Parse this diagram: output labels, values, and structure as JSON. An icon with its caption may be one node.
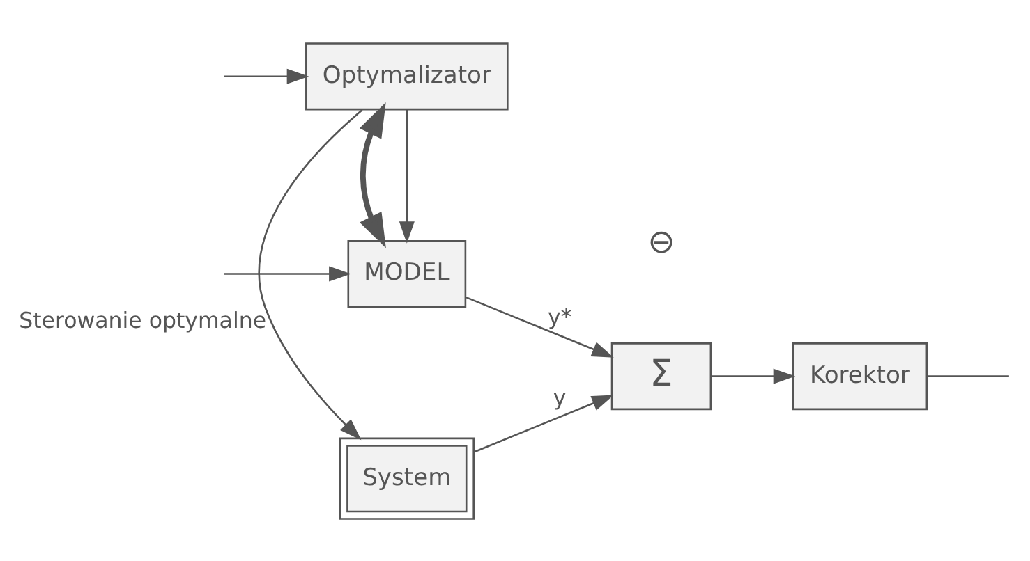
{
  "diagram": {
    "nodes": [
      {
        "text": [
          "System"
        ]
      },
      {
        "text": [
          "MODEL"
        ]
      },
      {
        "text": [
          "Σ"
        ]
      },
      {
        "text": [
          "Korektor"
        ]
      },
      {
        "text": [
          "Optymalizator"
        ]
      }
    ],
    "edges": [
      {
        "from": 4,
        "to": 0,
        "arrow": "to",
        "label": "Sterowanie optymalne"
      },
      {
        "from": 4,
        "to": 1,
        "arrow": "to"
      },
      {
        "from": 0,
        "to": 2,
        "arrow": "to",
        "label": "y"
      },
      {
        "from": 1,
        "to": 2,
        "arrow": "to",
        "label": "y*"
      },
      {
        "from": 2,
        "to": 3,
        "arrow": "to"
      },
      {
        "from": 3,
        "to": null,
        "arrow": "none"
      },
      {
        "from": null,
        "to": 1,
        "arrow": "to"
      },
      {
        "from": null,
        "to": 4,
        "arrow": "to"
      },
      {
        "from": 1,
        "to": 4,
        "arrow": "both",
        "style": "thick"
      }
    ],
    "labels": [
      "⊖"
    ]
  }
}
